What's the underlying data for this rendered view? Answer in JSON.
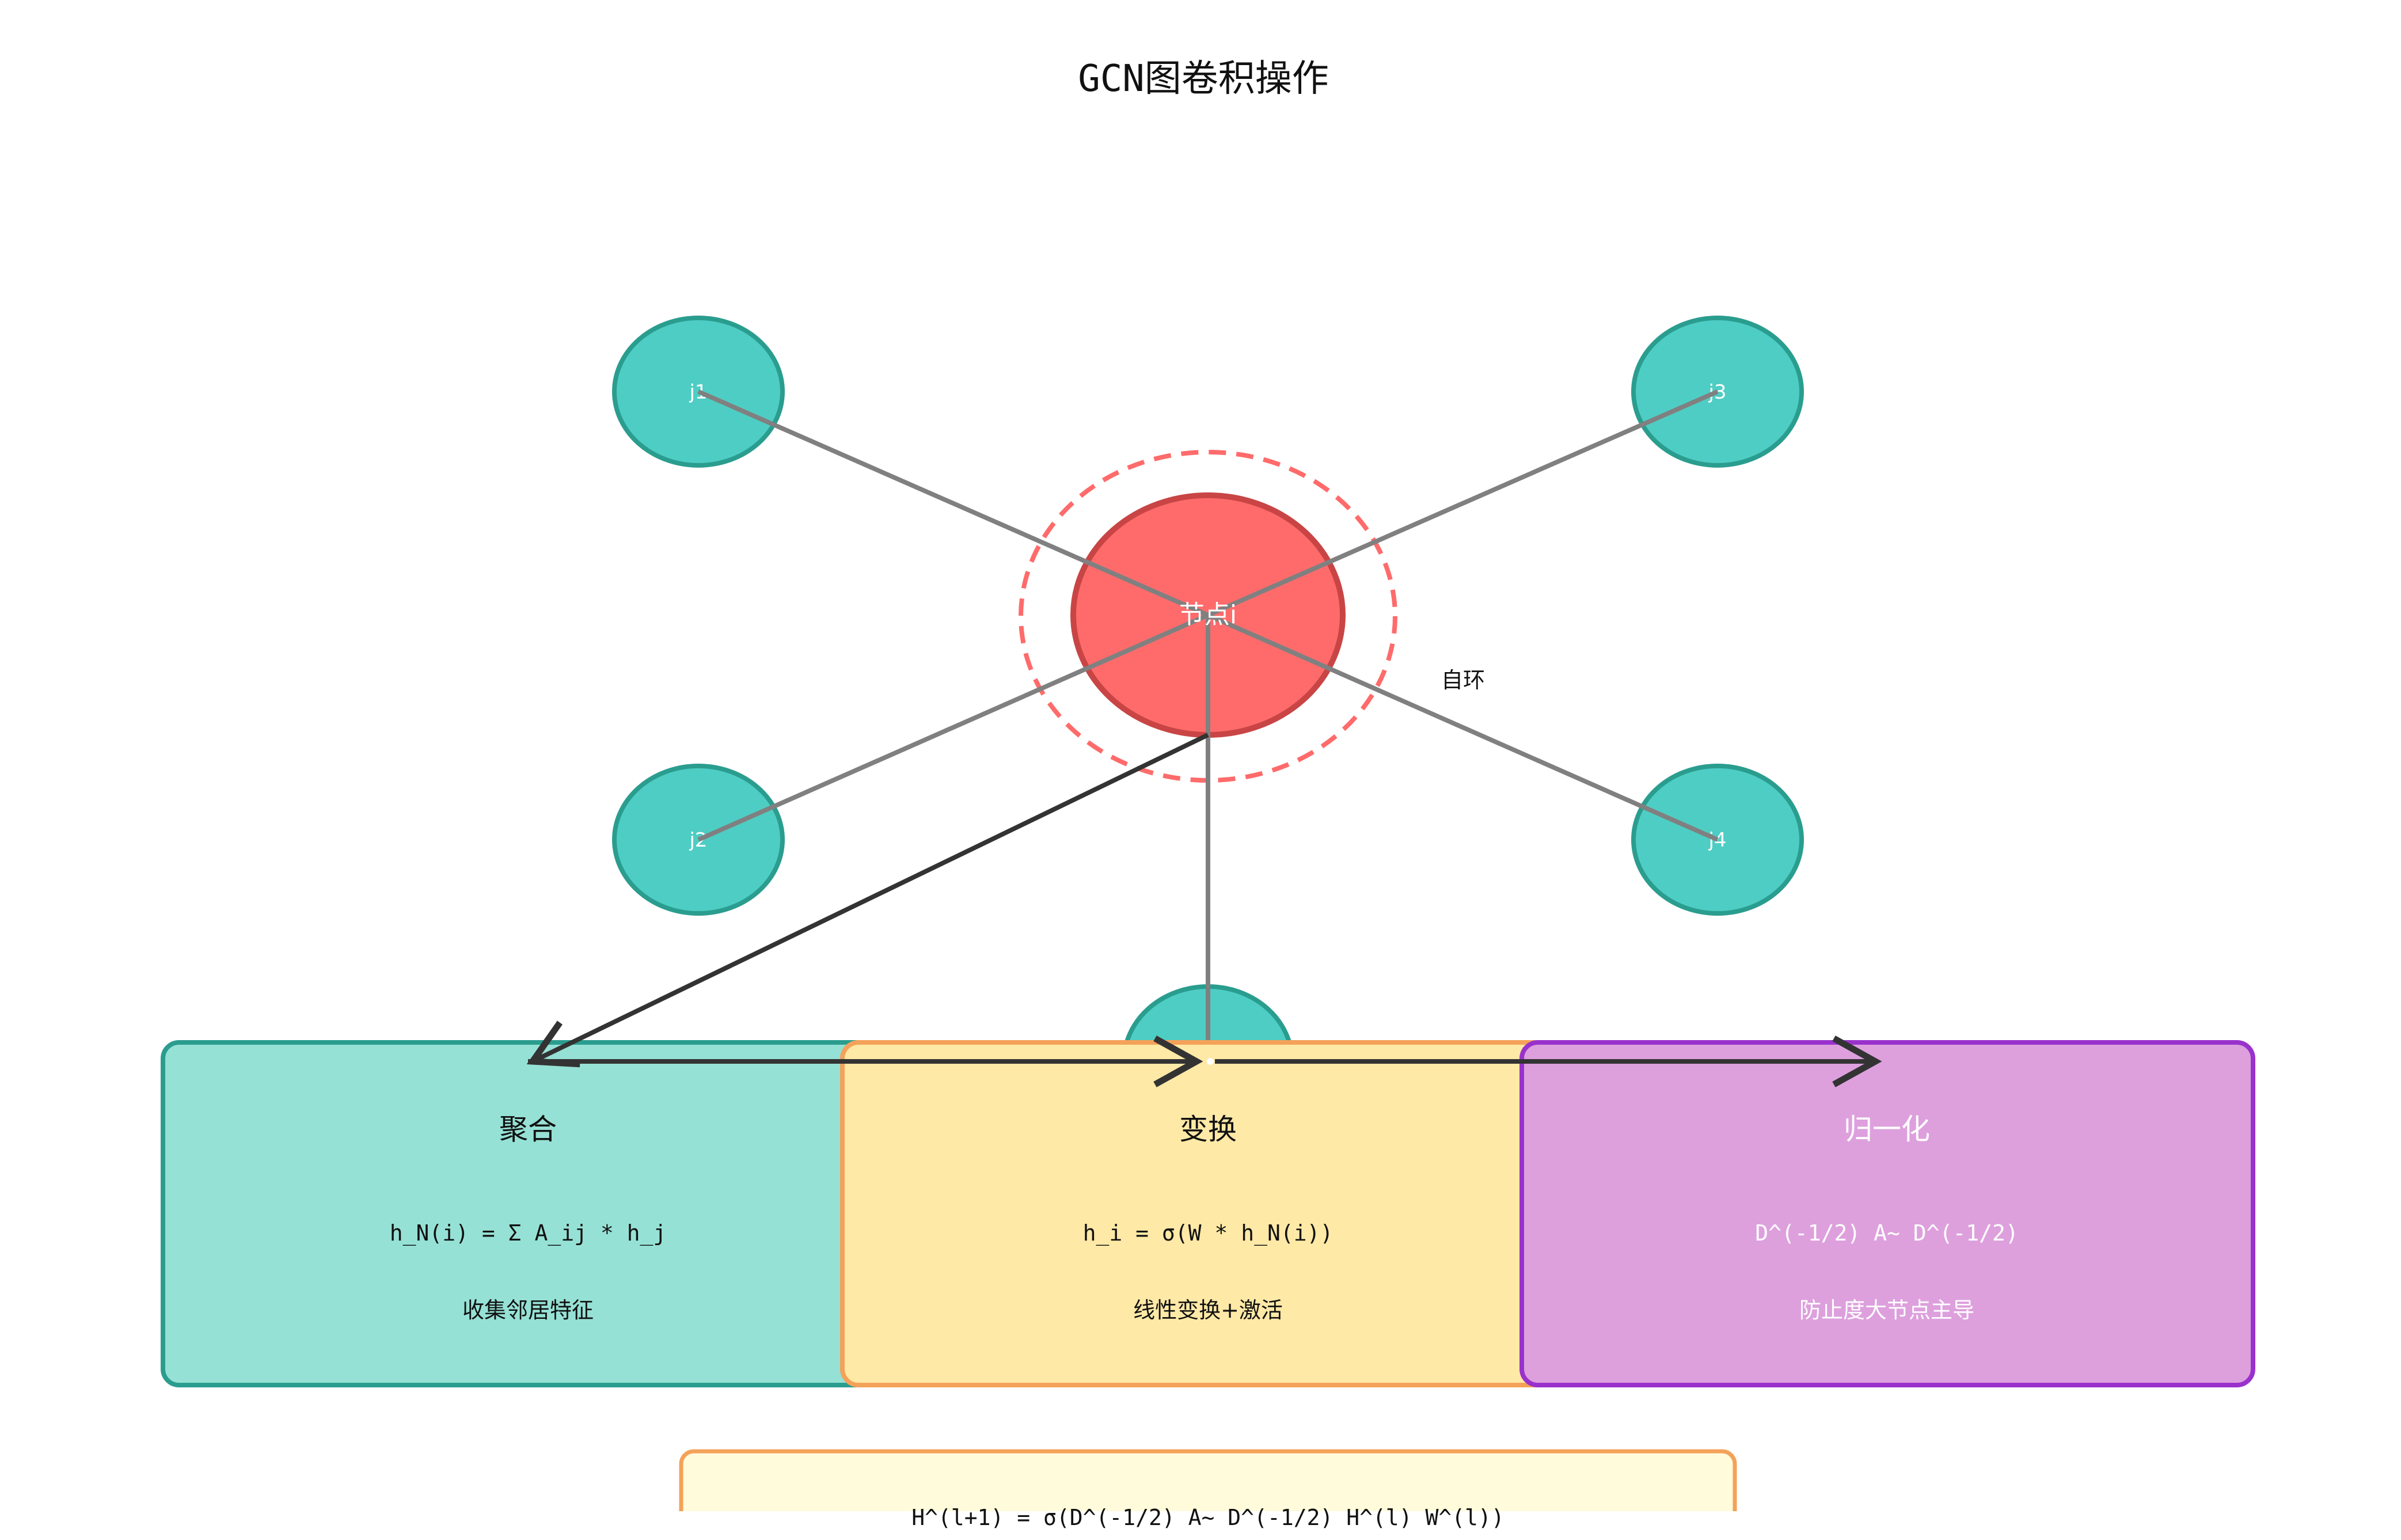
{
  "title": "GCN图卷积操作",
  "center_node": {
    "label": "节点i"
  },
  "neighbor_nodes": [
    {
      "id": "j1",
      "label": "j1"
    },
    {
      "id": "j2",
      "label": "j2"
    },
    {
      "id": "j3",
      "label": "j3"
    },
    {
      "id": "j4",
      "label": "j4"
    },
    {
      "id": "j5",
      "label": ""
    }
  ],
  "self_loop_label": "自环",
  "steps": [
    {
      "title": "聚合",
      "formula": "h_N(i) = Σ A_ij * h_j",
      "desc": "收集邻居特征"
    },
    {
      "title": "变换",
      "formula": "h_i = σ(W * h_N(i))",
      "desc": "线性变换+激活"
    },
    {
      "title": "归一化",
      "formula": "D^(-1/2) A~ D^(-1/2)",
      "desc": "防止度大节点主导"
    }
  ],
  "overall_formula": "H^(l+1) = σ(D^(-1/2) A~ D^(-1/2) H^(l) W^(l))",
  "colors": {
    "center_fill": "#ff6b6b",
    "center_stroke": "#c94545",
    "neighbor_fill": "#4ecdc4",
    "neighbor_stroke": "#2a9d8f",
    "edge": "#808080",
    "arrow": "#333333",
    "aggregate_fill": "#96e1d5",
    "aggregate_stroke": "#2a9d8f",
    "transform_fill": "#ffe9a6",
    "transform_stroke": "#f4a259",
    "normalize_fill": "#dda0dd",
    "normalize_stroke": "#9932cc",
    "formula_fill": "#fffbdb",
    "formula_stroke": "#f4a259"
  }
}
